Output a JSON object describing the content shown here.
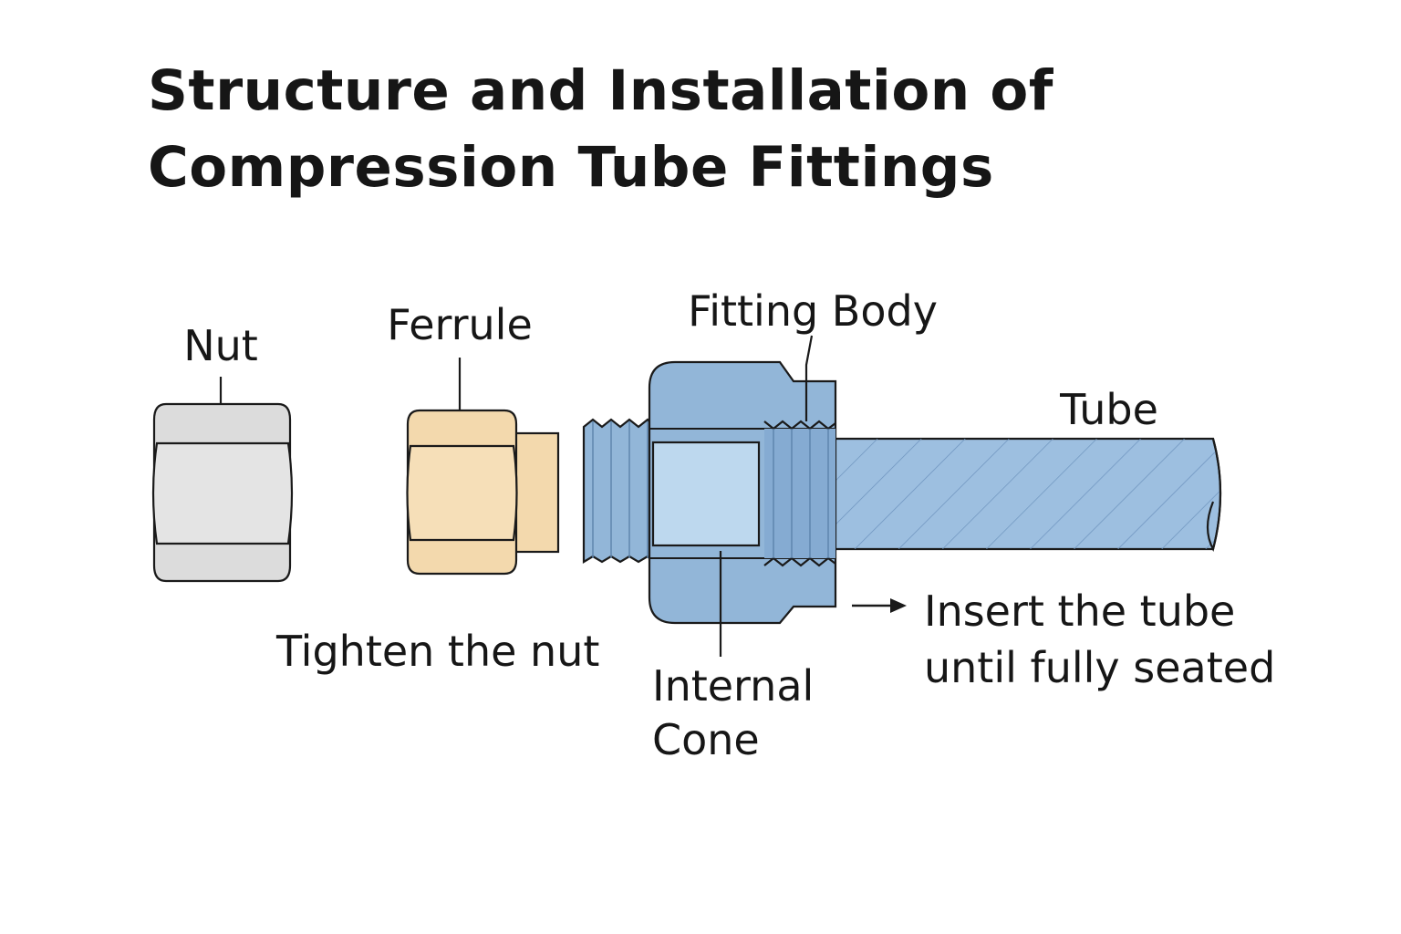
{
  "title": {
    "line1": "Structure and Installation of",
    "line2": "Compression Tube Fittings"
  },
  "labels": {
    "nut": "Nut",
    "ferrule": "Ferrule",
    "fitting_body": "Fitting Body",
    "tube": "Tube",
    "tighten": "Tighten the nut",
    "internal_cone_line1": "Internal",
    "internal_cone_line2": "Cone",
    "insert_line1": "Insert the tube",
    "insert_line2": "until fully seated"
  },
  "colors": {
    "nut": "#dcdcdc",
    "ferrule": "#f3d9ad",
    "fitting": "#92b6d8",
    "fitting_bore": "#bdd8ee",
    "tube": "#9dbfe0",
    "outline": "#1a1a1a"
  }
}
